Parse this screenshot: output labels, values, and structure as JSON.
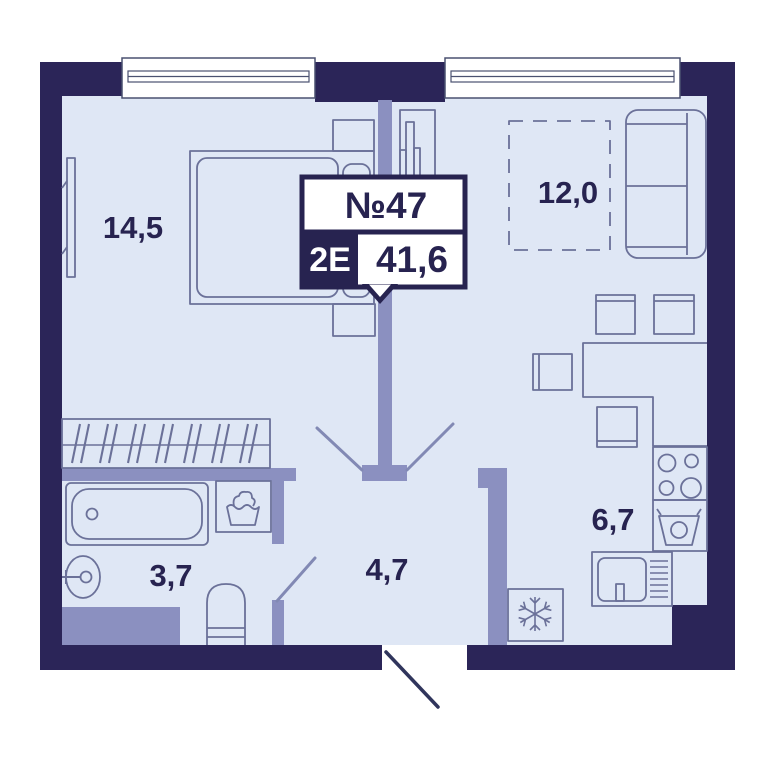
{
  "plan": {
    "badge": {
      "number": "№47",
      "type_label": "2Е",
      "area_value": "41,6"
    },
    "rooms": [
      {
        "id": "bedroom",
        "area": "14,5"
      },
      {
        "id": "living-room",
        "area": "12,0"
      },
      {
        "id": "kitchen",
        "area": "6,7"
      },
      {
        "id": "bathroom",
        "area": "3,7"
      },
      {
        "id": "hallway",
        "area": "4,7"
      }
    ],
    "colors": {
      "outer_wall": "#2b2558",
      "inner_wall": "#8b90c0",
      "floor": "#dfe7f5",
      "furniture_line": "#6b7199",
      "text": "#272350"
    }
  }
}
